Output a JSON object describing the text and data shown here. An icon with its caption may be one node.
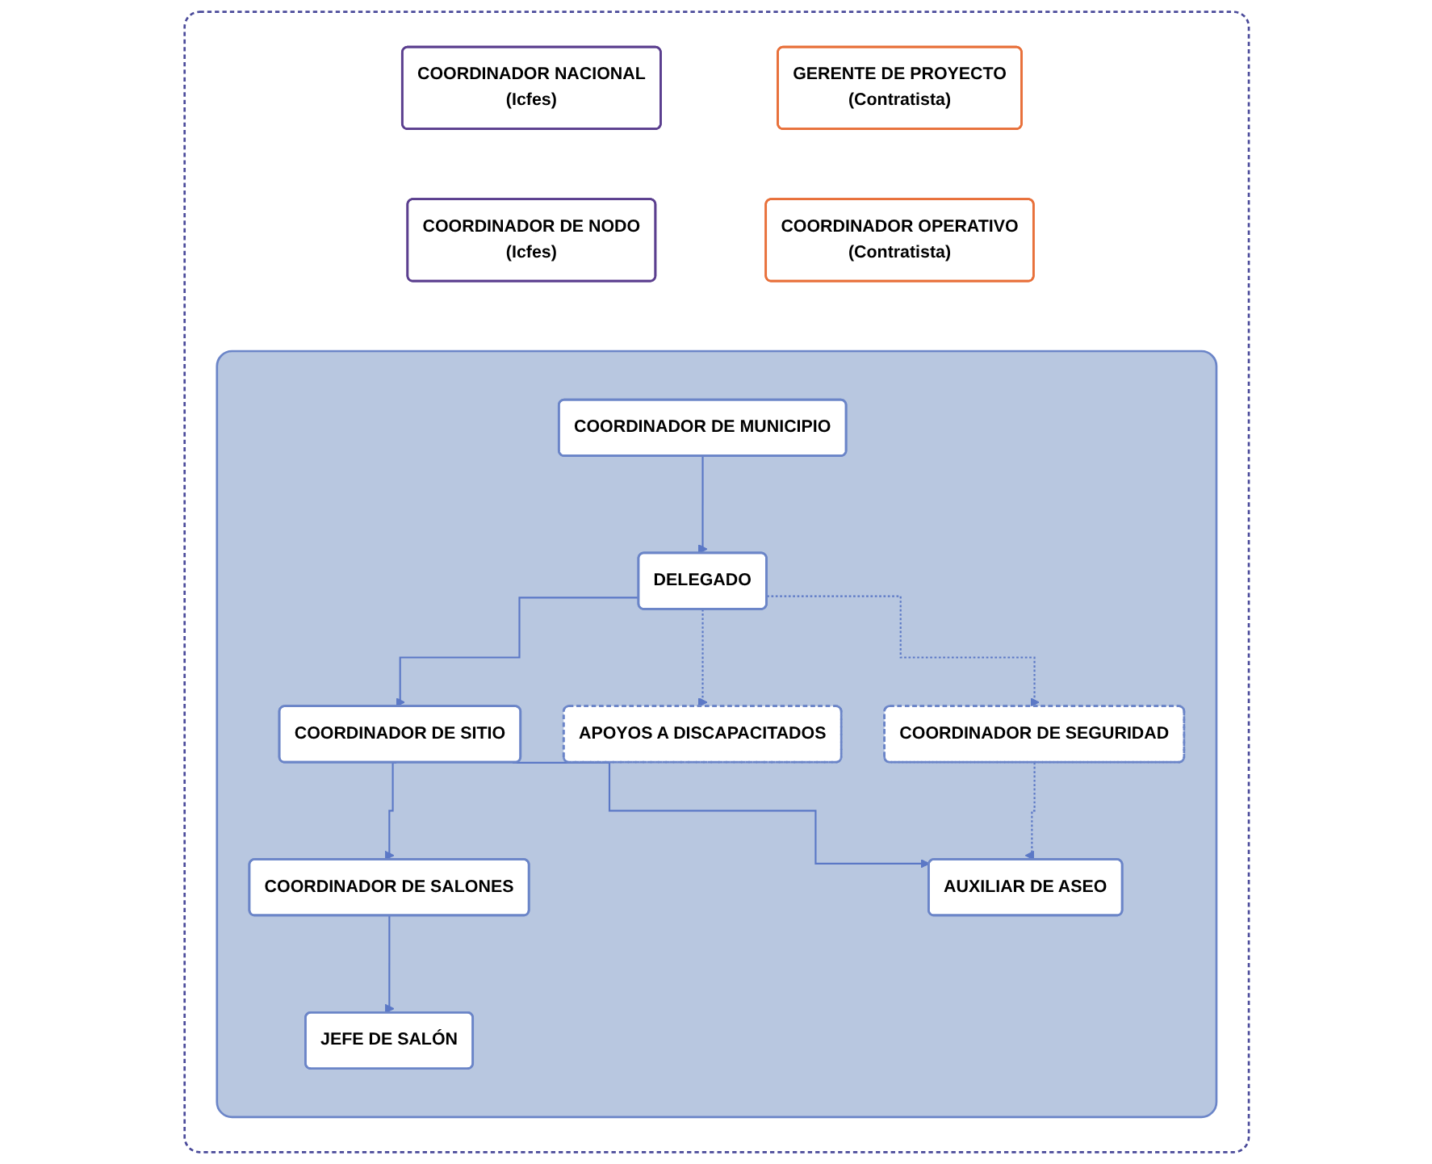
{
  "diagram": {
    "nodes": [
      {
        "text": [],
        "shape": "box"
      },
      {
        "text": [
          "COORDINADOR NACIONAL",
          "(Icfes)"
        ],
        "in": 0
      },
      {
        "text": [
          "GERENTE DE PROYECTO",
          "(Contratista)"
        ],
        "in": 0
      },
      {
        "text": [
          "COORDINADOR DE NODO",
          "(Icfes)"
        ],
        "in": 0
      },
      {
        "text": [
          "COORDINADOR OPERATIVO",
          "(Contratista)"
        ],
        "in": 0
      },
      {
        "text": [],
        "shape": "box",
        "in": 0
      },
      {
        "text": [
          "COORDINADOR DE MUNICIPIO"
        ],
        "in": 5
      },
      {
        "text": [
          "DELEGADO"
        ],
        "in": 5
      },
      {
        "text": [
          "COORDINADOR DE SITIO"
        ],
        "in": 5
      },
      {
        "text": [
          "APOYOS A DISCAPACITADOS"
        ],
        "in": 5
      },
      {
        "text": [
          "COORDINADOR DE SALONES"
        ],
        "in": 5
      },
      {
        "text": [
          "COORDINADOR DE SEGURIDAD"
        ],
        "in": 5
      },
      {
        "text": [
          "JEFE DE SALÓN"
        ],
        "in": 5
      },
      {
        "text": [
          "AUXILIAR DE ASEO"
        ],
        "in": 5
      }
    ],
    "edges": [
      {
        "from": 6,
        "to": 7,
        "arrow": "to"
      },
      {
        "from": 7,
        "to": 8,
        "arrow": "to"
      },
      {
        "from": 7,
        "to": 9,
        "arrow": "to",
        "style": "dashed"
      },
      {
        "from": 7,
        "to": 11,
        "arrow": "to",
        "style": "dashed"
      },
      {
        "from": 8,
        "to": 10,
        "arrow": "to"
      },
      {
        "from": 10,
        "to": 12,
        "arrow": "to"
      },
      {
        "from": 8,
        "to": 13,
        "arrow": "to"
      },
      {
        "from": 11,
        "to": 13,
        "arrow": "to",
        "style": "dashed"
      }
    ]
  }
}
